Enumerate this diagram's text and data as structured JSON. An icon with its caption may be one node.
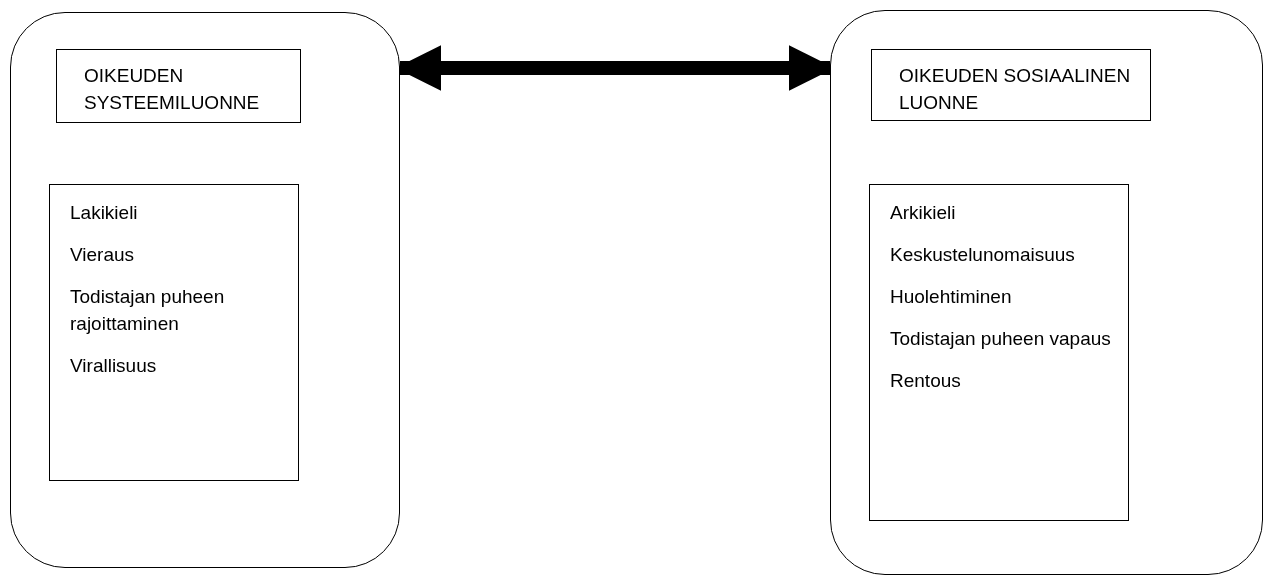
{
  "diagram": {
    "nodes": [
      {
        "text": [],
        "shape": "box"
      },
      {
        "text": [
          "OIKEUDEN SYSTEEMILUONNE"
        ],
        "in": 0
      },
      {
        "text": [
          "Lakikieli",
          "Vieraus",
          "Todistajan puheen rajoittaminen",
          "Virallisuus"
        ],
        "in": 0
      },
      {
        "text": [],
        "shape": "box"
      },
      {
        "text": [
          "OIKEUDEN SOSIAALINEN LUONNE"
        ],
        "in": 3
      },
      {
        "text": [
          "Arkikieli",
          "Keskustelunomaisuus",
          "Huolehtiminen",
          "Todistajan puheen vapaus",
          "Rentous"
        ],
        "in": 3
      }
    ],
    "edges": [
      {
        "from": 0,
        "to": 3,
        "arrow": "both"
      }
    ]
  }
}
